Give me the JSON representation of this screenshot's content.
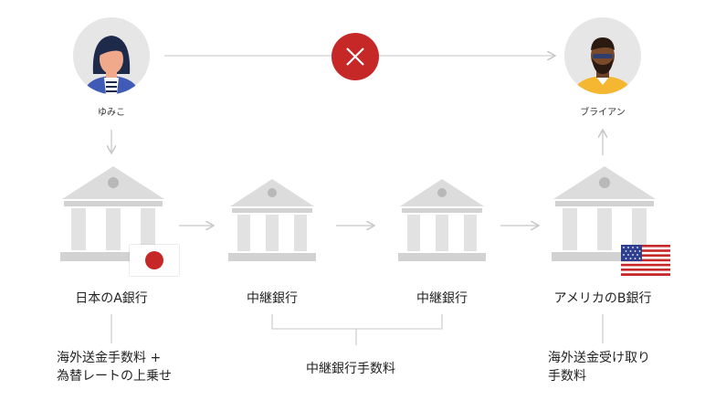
{
  "people": {
    "sender": {
      "name": "ゆみこ",
      "icon": "woman-avatar-icon"
    },
    "receiver": {
      "name": "ブライアン",
      "icon": "man-avatar-icon"
    }
  },
  "blocked_icon": "x-circle-icon",
  "banks": [
    {
      "label": "日本のA銀行",
      "flag": "japan-flag-icon"
    },
    {
      "label": "中継銀行"
    },
    {
      "label": "中継銀行"
    },
    {
      "label": "アメリカのB銀行",
      "flag": "usa-flag-icon"
    }
  ],
  "fees": {
    "sender_fee_line1": "海外送金手数料 +",
    "sender_fee_line2": "為替レートの上乗せ",
    "intermediary_fee": "中継銀行手数料",
    "receiver_fee_line1": "海外送金受け取り",
    "receiver_fee_line2": "手数料"
  },
  "colors": {
    "cross": "#c62828",
    "bank": "#d8d8d8",
    "line": "#c8c8c8"
  }
}
